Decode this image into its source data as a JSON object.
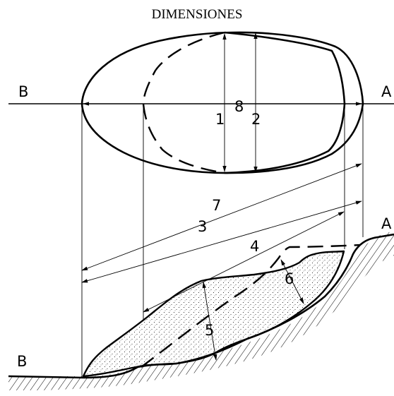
{
  "title": "DIMENSIONES",
  "section_labels": {
    "left_top": "B",
    "right_top": "A",
    "left_bottom": "B",
    "right_bottom": "A"
  },
  "dimension_labels": {
    "d1": "1",
    "d2": "2",
    "d3": "3",
    "d4": "4",
    "d5": "5",
    "d6": "6",
    "d7": "7",
    "d8": "8"
  }
}
